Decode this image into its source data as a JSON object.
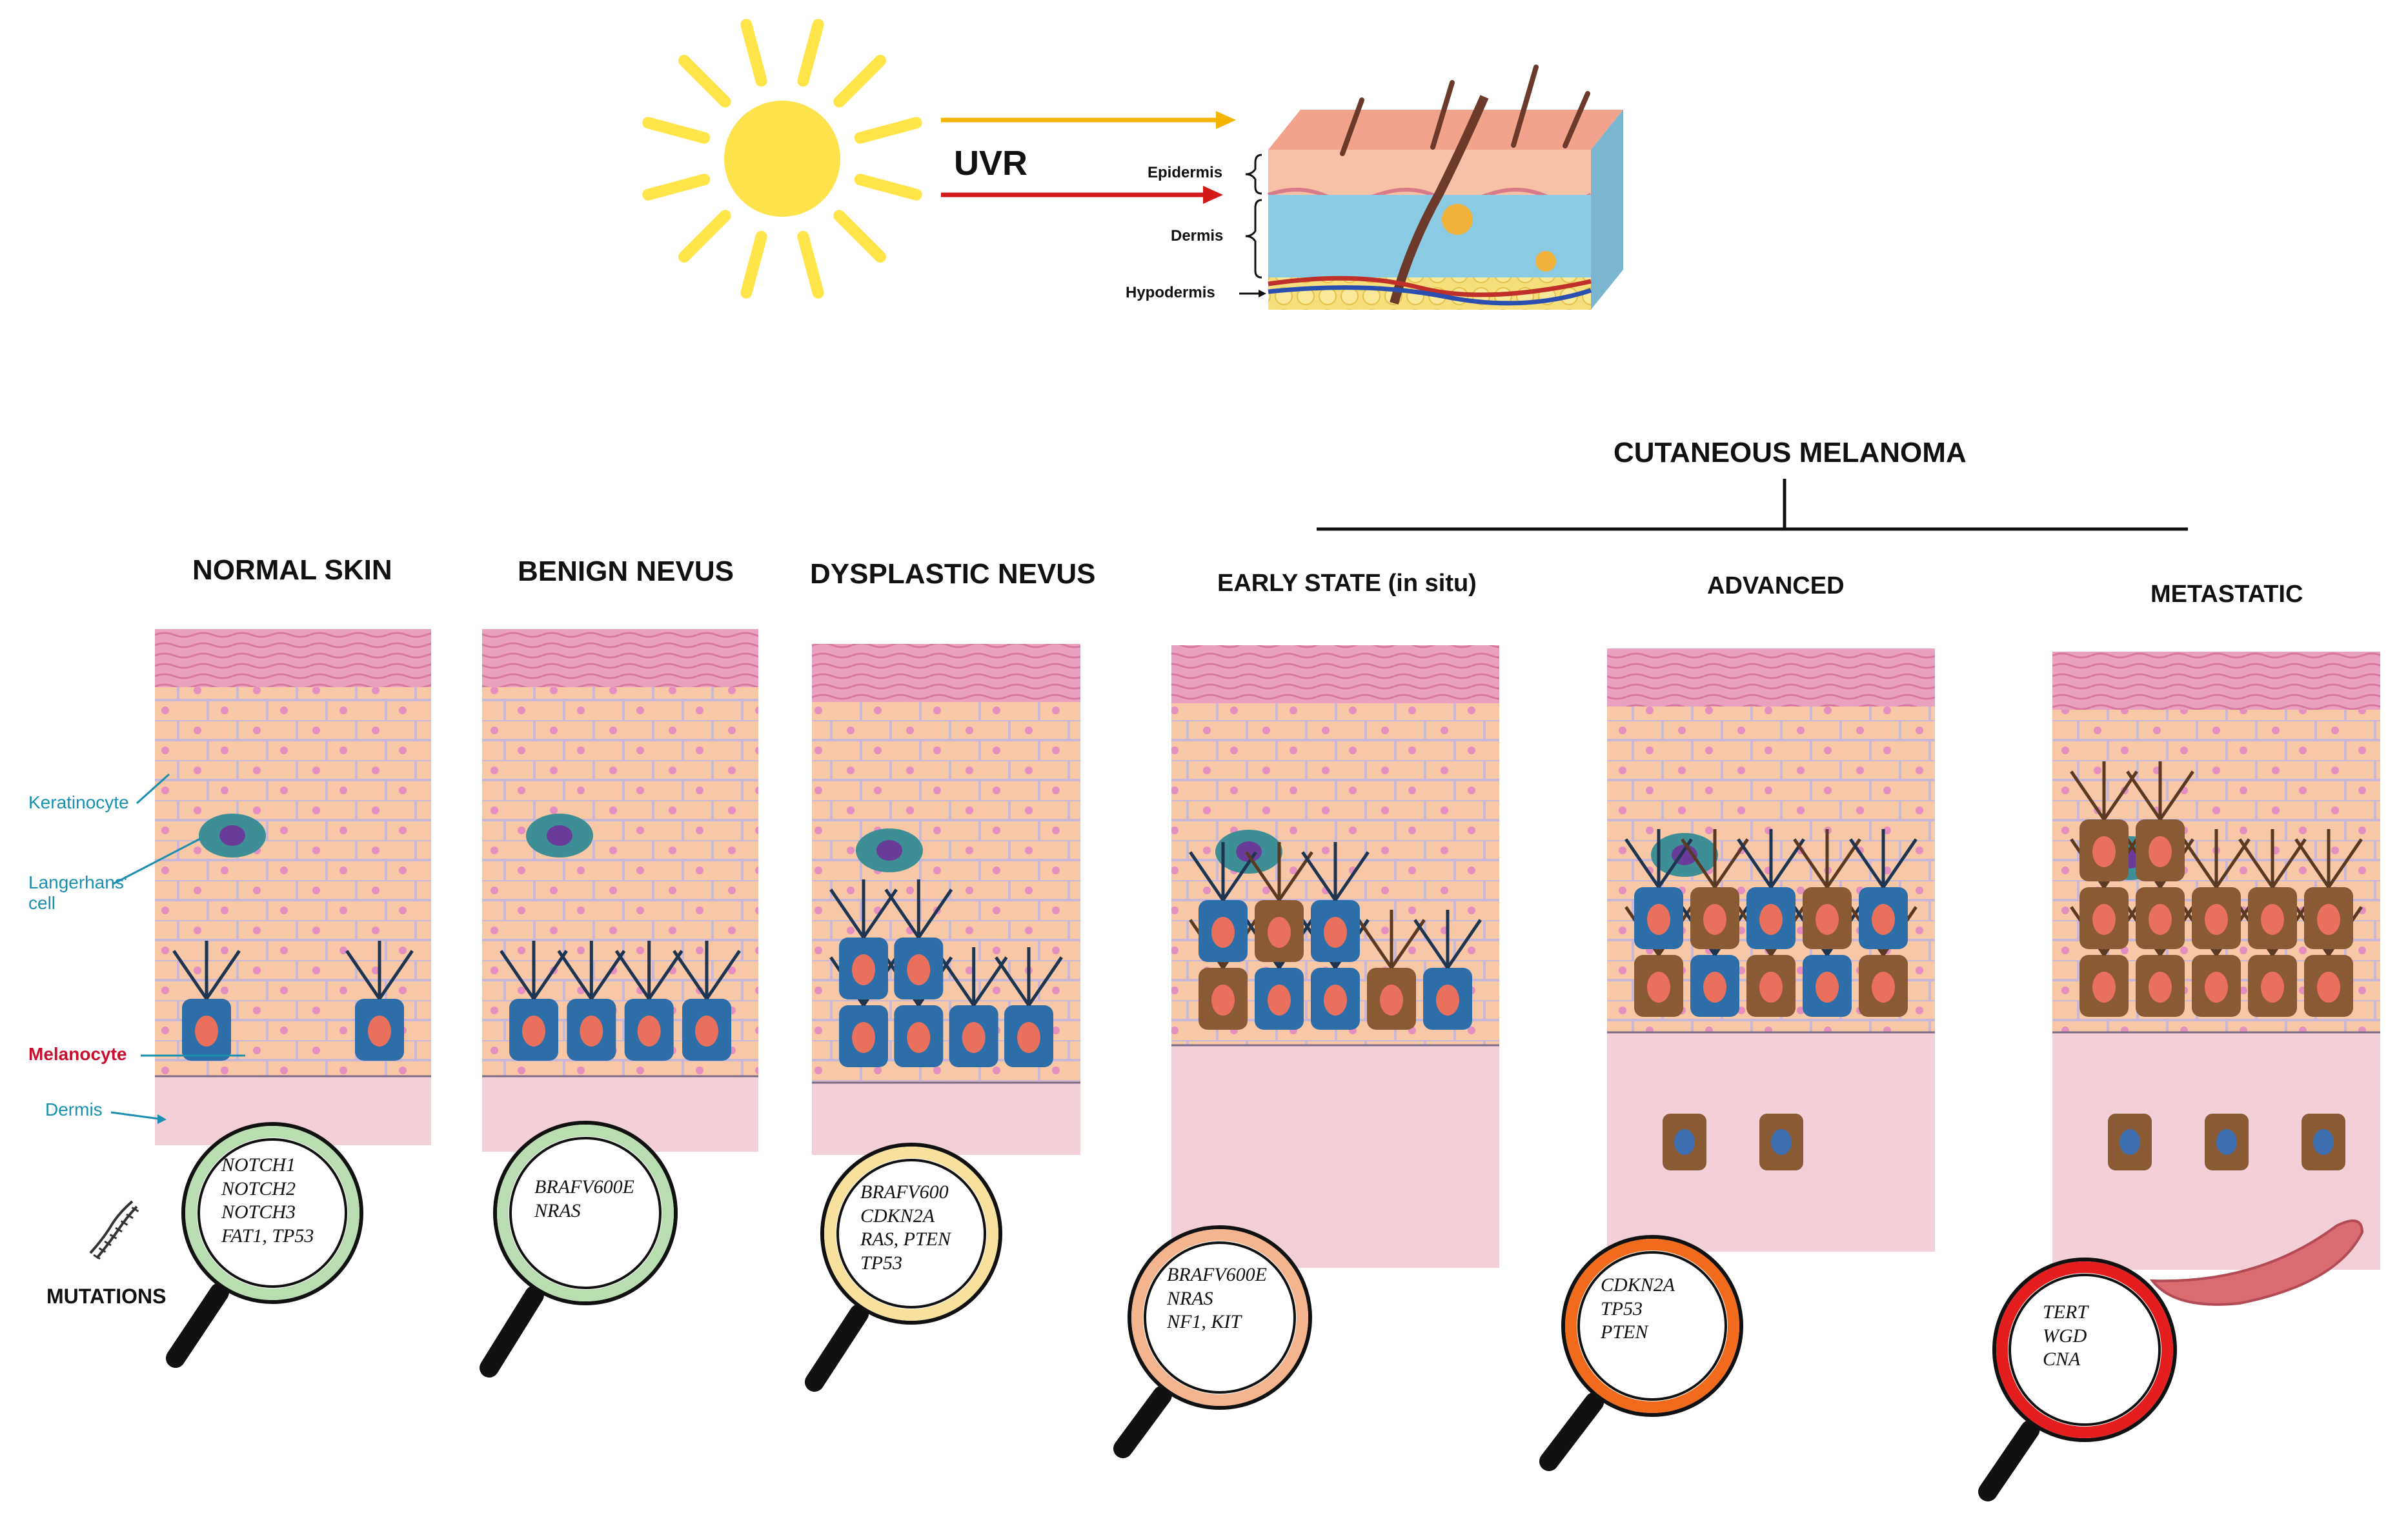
{
  "top": {
    "uvr_label": "UVR",
    "skin_layers": [
      "Epidermis",
      "Dermis",
      "Hypodermis"
    ]
  },
  "group_title": "CUTANEOUS MELANOMA",
  "stages": [
    {
      "title": "NORMAL SKIN",
      "mutations": [
        "NOTCH1",
        "NOTCH2",
        "NOTCH3",
        "FAT1, TP53"
      ],
      "ring_color": "#b9dcb0"
    },
    {
      "title": "BENIGN NEVUS",
      "mutations": [
        "BRAFV600E",
        "NRAS"
      ],
      "ring_color": "#b9dcb0"
    },
    {
      "title": "DYSPLASTIC NEVUS",
      "mutations": [
        "BRAFV600",
        "CDKN2A",
        "RAS, PTEN",
        "TP53"
      ],
      "ring_color": "#f7e19c"
    },
    {
      "title": "EARLY STATE (in situ)",
      "mutations": [
        "BRAFV600E",
        "NRAS",
        "NF1, KIT"
      ],
      "ring_color": "#f4b48d"
    },
    {
      "title": "ADVANCED",
      "mutations": [
        "CDKN2A",
        "TP53",
        "PTEN"
      ],
      "ring_color": "#f26a1b"
    },
    {
      "title": "METASTATIC",
      "mutations": [
        "TERT",
        "WGD",
        "CNA"
      ],
      "ring_color": "#e41e1e"
    }
  ],
  "side_labels": {
    "keratinocyte": "Keratinocyte",
    "langerhans": "Langerhans'\ncell",
    "melanocyte": "Melanocyte",
    "dermis": "Dermis",
    "mutations": "MUTATIONS"
  },
  "colors": {
    "sun": "#ffe34d",
    "sun_rays": "#ffe54a",
    "uva_arrow": "#f5b400",
    "uvb_arrow": "#d21a1a",
    "cornified": "#e892b4",
    "keratinocyte": "#f8c7a6",
    "cell_border": "#c8b7d6",
    "dermis": "#f3cfd8",
    "langerhans": "#3e8f95",
    "melanocyte": "#2e6ea8",
    "melanoma": "#8a5a34",
    "label_blue": "#1a8fb0",
    "label_red": "#c8102e"
  }
}
